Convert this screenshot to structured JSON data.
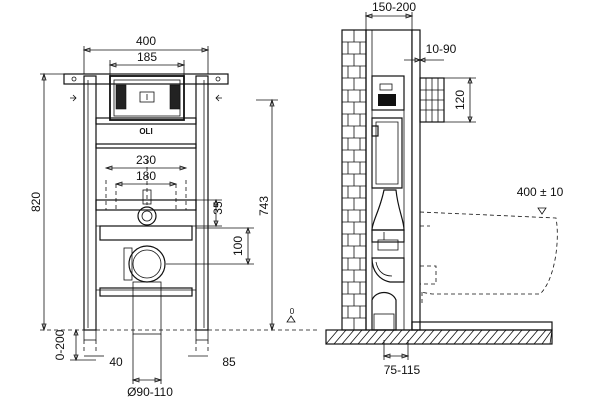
{
  "front_view": {
    "width_outer": "400",
    "width_panel": "185",
    "height_total": "820",
    "width_230": "230",
    "width_180": "180",
    "offset_35": "35",
    "offset_100": "100",
    "height_743": "743",
    "foot_adjust": "0-200",
    "foot_40": "40",
    "foot_85": "85",
    "drain_diameter": "Ø90-110",
    "brand_mark": "OLI"
  },
  "side_view": {
    "depth_150_200": "150-200",
    "offset_10_90": "10-90",
    "height_120": "120",
    "bowl_400": "400 ± 10",
    "bottom_75_115": "75-115"
  }
}
